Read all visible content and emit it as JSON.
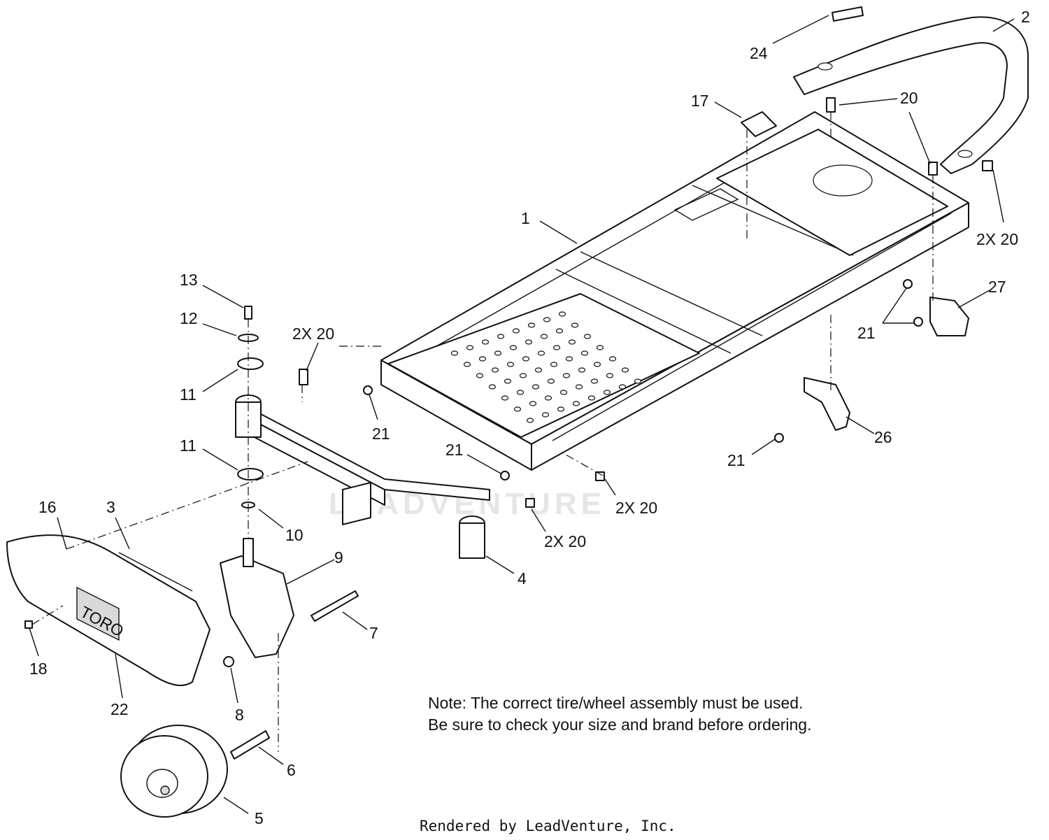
{
  "labels": [
    {
      "text": "1"
    },
    {
      "text": "2"
    },
    {
      "text": "24"
    },
    {
      "text": "17"
    },
    {
      "text": "20"
    },
    {
      "text": "2X 20"
    },
    {
      "text": "27"
    },
    {
      "text": "21"
    },
    {
      "text": "13"
    },
    {
      "text": "12"
    },
    {
      "text": "2X 20"
    },
    {
      "text": "11"
    },
    {
      "text": "21"
    },
    {
      "text": "11"
    },
    {
      "text": "21"
    },
    {
      "text": "26"
    },
    {
      "text": "21"
    },
    {
      "text": "16"
    },
    {
      "text": "3"
    },
    {
      "text": "10"
    },
    {
      "text": "2X 20"
    },
    {
      "text": "2X 20"
    },
    {
      "text": "9"
    },
    {
      "text": "4"
    },
    {
      "text": "7"
    },
    {
      "text": "18"
    },
    {
      "text": "22"
    },
    {
      "text": "8"
    },
    {
      "text": "6"
    },
    {
      "text": "5"
    }
  ],
  "note": {
    "line1": "Note: The correct tire/wheel assembly must be used.",
    "line2": "Be sure to check your size and brand before ordering."
  },
  "footer": "Rendered by LeadVenture, Inc.",
  "watermark": "LEADVENTURE",
  "logo_text": "TORO"
}
